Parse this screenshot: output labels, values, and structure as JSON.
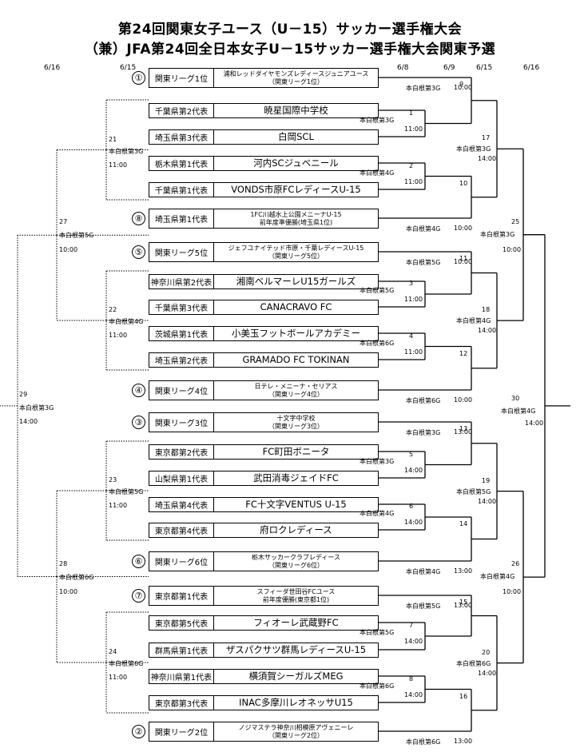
{
  "title1": "第24回関東女子ユース（U－15）サッカー選手権大会",
  "title2": "（兼）JFA第24回全日本女子U－15サッカー選手権大会関東予選",
  "dates": [
    "6/16",
    "6/15",
    "6/8",
    "6/9",
    "6/15",
    "6/16"
  ],
  "seeds": [
    {
      "num": "①",
      "pref": "関東リーグ1位",
      "name": "浦和レッドダイヤモンズレディースジュニアユース",
      "sub": "（関東リーグ1位）",
      "venue": "本白根第3G",
      "time": "10:00"
    },
    {
      "num": "⑧",
      "pref": "埼玉県第1代表",
      "name": "1FC川越水上公園メニーナU-15",
      "sub": "前年度準優勝(埼玉県1位)",
      "venue": "本白根第4G",
      "time": "10:00"
    },
    {
      "num": "⑤",
      "pref": "関東リーグ5位",
      "name": "ジェフユナイテッド市原・千葉レディースU-15",
      "sub": "（関東リーグ5位）",
      "venue": "本白根第5G",
      "time": "10:00"
    },
    {
      "num": "④",
      "pref": "関東リーグ4位",
      "name": "日テレ・メニーナ・セリアス",
      "sub": "（関東リーグ4位）",
      "venue": "本白根第6G",
      "time": "10:00"
    },
    {
      "num": "③",
      "pref": "関東リーグ3位",
      "name": "十文字中学校",
      "sub": "（関東リーグ3位）",
      "venue": "本白根第3G",
      "time": "13:00"
    },
    {
      "num": "⑥",
      "pref": "関東リーグ6位",
      "name": "栃木サッカークラブレディース",
      "sub": "（関東リーグ6位）",
      "venue": "本白根第4G",
      "time": "13:00"
    },
    {
      "num": "⑦",
      "pref": "東京都第1代表",
      "name": "スフィーダ世田谷FCユース",
      "sub": "前年度優勝(東京都1位)",
      "venue": "本白根第5G",
      "time": "13:00"
    },
    {
      "num": "②",
      "pref": "関東リーグ2位",
      "name": "ノジマステラ神奈川相模原アヴェニーレ",
      "sub": "（関東リーグ2位）",
      "venue": "本白根第6G",
      "time": "13:00"
    }
  ],
  "teams": [
    {
      "pref": "千葉県第2代表",
      "name": "暁星国際中学校"
    },
    {
      "pref": "埼玉県第3代表",
      "name": "白岡SCL"
    },
    {
      "pref": "栃木県第1代表",
      "name": "河内SCジュベニール"
    },
    {
      "pref": "千葉県第1代表",
      "name": "VONDS市原FCレディースU-15"
    },
    {
      "pref": "神奈川県第2代表",
      "name": "湘南ベルマーレU15ガールズ"
    },
    {
      "pref": "千葉県第3代表",
      "name": "CANACRAVO FC"
    },
    {
      "pref": "茨城県第1代表",
      "name": "小美玉フットボールアカデミー"
    },
    {
      "pref": "埼玉県第2代表",
      "name": "GRAMADO FC TOKINAN"
    },
    {
      "pref": "東京都第2代表",
      "name": "FC町田ボニータ"
    },
    {
      "pref": "山梨県第1代表",
      "name": "武田消毒ジェイドFC"
    },
    {
      "pref": "埼玉県第4代表",
      "name": "FC十文字VENTUS U-15"
    },
    {
      "pref": "東京都第4代表",
      "name": "府ロクレディース"
    },
    {
      "pref": "東京都第5代表",
      "name": "フィオーレ武蔵野FC"
    },
    {
      "pref": "群馬県第1代表",
      "name": "ザスパクサツ群馬レディースU-15"
    },
    {
      "pref": "神奈川県第1代表",
      "name": "横須賀シーガルズMEG"
    },
    {
      "pref": "東京都第3代表",
      "name": "INAC多摩川レオネッサU15"
    }
  ],
  "r1": [
    {
      "num": "1",
      "venue": "本白根第3G",
      "time": "11:00"
    },
    {
      "num": "2",
      "venue": "本白根第4G",
      "time": "11:00"
    },
    {
      "num": "3",
      "venue": "本白根第5G",
      "time": "11:00"
    },
    {
      "num": "4",
      "venue": "本白根第6G",
      "time": "11:00"
    },
    {
      "num": "5",
      "venue": "本白根第3G",
      "time": "14:00"
    },
    {
      "num": "6",
      "venue": "本白根第4G",
      "time": "14:00"
    },
    {
      "num": "7",
      "venue": "本白根第5G",
      "time": "14:00"
    },
    {
      "num": "8",
      "venue": "本白根第6G",
      "time": "14:00"
    }
  ],
  "seedMatchNums": [
    "9",
    "10",
    "11",
    "12",
    "13",
    "14",
    "15",
    "16"
  ],
  "r3": [
    {
      "num": "17",
      "venue": "本白根第3G",
      "time": "14:00"
    },
    {
      "num": "18",
      "venue": "本白根第4G",
      "time": "14:00"
    },
    {
      "num": "19",
      "venue": "本白根第5G",
      "time": "14:00"
    },
    {
      "num": "20",
      "venue": "本白根第6G",
      "time": "14:00"
    }
  ],
  "r4": [
    {
      "num": "25",
      "venue": "本白根第3G",
      "time": "10:00"
    },
    {
      "num": "26",
      "venue": "本白根第4G",
      "time": "10:00"
    }
  ],
  "final": {
    "num": "30",
    "venue": "本白根第4G",
    "time": "14:00"
  },
  "l1": [
    {
      "num": "21",
      "venue": "本白根第3G",
      "time": "11:00"
    },
    {
      "num": "22",
      "venue": "本白根第4G",
      "time": "11:00"
    },
    {
      "num": "23",
      "venue": "本白根第5G",
      "time": "11:00"
    },
    {
      "num": "24",
      "venue": "本白根第6G",
      "time": "11:00"
    }
  ],
  "l2": [
    {
      "num": "27",
      "venue": "本白根第5G",
      "time": "10:00"
    },
    {
      "num": "28",
      "venue": "本白根第6G",
      "time": "10:00"
    }
  ],
  "l3": {
    "num": "29",
    "venue": "本白根第3G",
    "time": "14:00"
  }
}
